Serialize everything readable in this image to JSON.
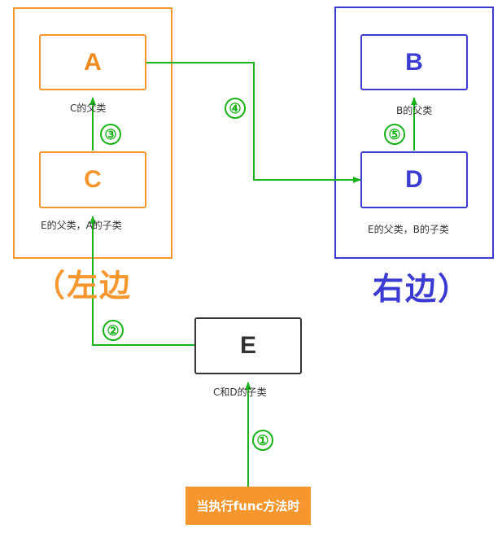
{
  "colors": {
    "left": "#f5962f",
    "right": "#3b3bd1",
    "neutral": "#333333",
    "arrow": "#19b219",
    "trigger_bg": "#f5962f"
  },
  "left_group": {
    "label": "（左边"
  },
  "right_group": {
    "label": "右边）"
  },
  "nodes": {
    "A": {
      "name": "A",
      "caption": "C的父类"
    },
    "C": {
      "name": "C",
      "caption": "E的父类，A的子类"
    },
    "B": {
      "name": "B",
      "caption": "B的父类"
    },
    "D": {
      "name": "D",
      "caption": "E的父类，B的子类"
    },
    "E": {
      "name": "E",
      "caption": "C和D的子类"
    }
  },
  "trigger": {
    "label": "当执行func方法时"
  },
  "steps": [
    "①",
    "②",
    "③",
    "④",
    "⑤"
  ],
  "edges": [
    {
      "step": "①",
      "from": "trigger",
      "to": "E"
    },
    {
      "step": "②",
      "from": "E",
      "to": "C"
    },
    {
      "step": "③",
      "from": "C",
      "to": "A"
    },
    {
      "step": "④",
      "from": "A",
      "to": "D"
    },
    {
      "step": "⑤",
      "from": "D",
      "to": "B"
    }
  ]
}
